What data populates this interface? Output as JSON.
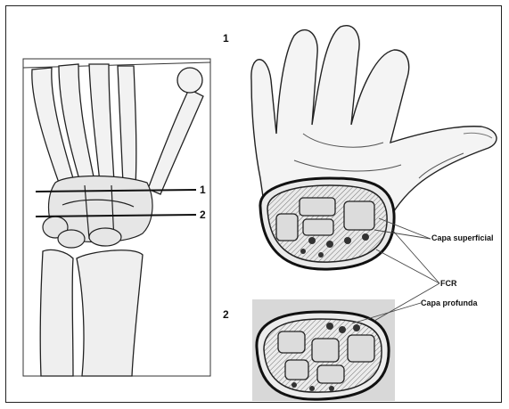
{
  "figure": {
    "hand_label": "1",
    "section_label": "2",
    "cut_lines": [
      "1",
      "2"
    ],
    "callouts": {
      "superficial": "Capa superficial",
      "fcr": "FCR",
      "profunda": "Capa profunda"
    }
  }
}
